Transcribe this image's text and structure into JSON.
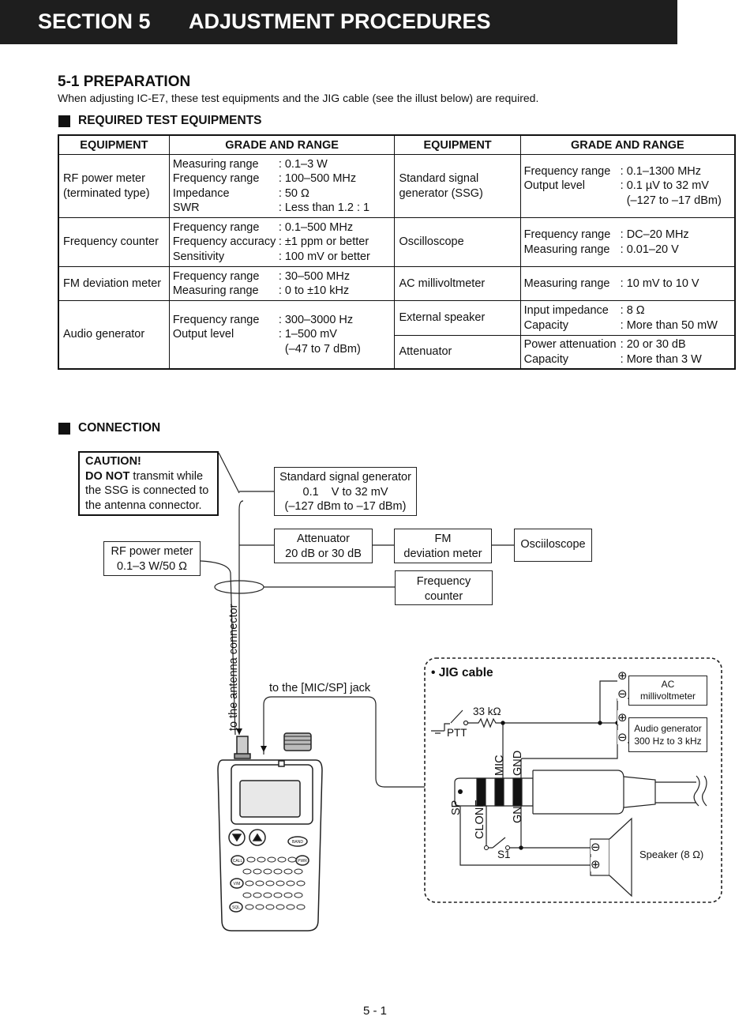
{
  "header": {
    "section_number": "SECTION 5",
    "section_title": "ADJUSTMENT PROCEDURES"
  },
  "preparation": {
    "heading": "5-1 PREPARATION",
    "intro": "When adjusting IC-E7, these test equipments and the JIG cable (see the illust below) are required."
  },
  "required_heading": "REQUIRED TEST EQUIPMENTS",
  "table": {
    "headers": [
      "EQUIPMENT",
      "GRADE AND RANGE",
      "EQUIPMENT",
      "GRADE AND RANGE"
    ],
    "rows": [
      {
        "left_equipment": [
          "RF power meter",
          "(terminated type)"
        ],
        "left_specs": [
          [
            "Measuring range",
            ": 0.1–3 W"
          ],
          [
            "Frequency range",
            ": 100–500 MHz"
          ],
          [
            "Impedance",
            ": 50 Ω"
          ],
          [
            "SWR",
            ": Less than 1.2 : 1"
          ]
        ],
        "right_equipment": [
          "Standard signal",
          "generator (SSG)"
        ],
        "right_specs": [
          [
            "Frequency range",
            ": 0.1–1300 MHz"
          ],
          [
            "Output level",
            ": 0.1 µV to 32 mV"
          ],
          [
            "",
            "(–127 to –17 dBm)"
          ]
        ]
      },
      {
        "left_equipment": [
          "Frequency counter"
        ],
        "left_specs": [
          [
            "Frequency range",
            ": 0.1–500 MHz"
          ],
          [
            "Frequency accuracy",
            ": ±1 ppm or better"
          ],
          [
            "Sensitivity",
            ": 100 mV or better"
          ]
        ],
        "right_equipment": [
          "Oscilloscope"
        ],
        "right_specs": [
          [
            "Frequency range",
            ": DC–20 MHz"
          ],
          [
            "Measuring range",
            ": 0.01–20 V"
          ]
        ]
      },
      {
        "left_equipment": [
          "FM deviation meter"
        ],
        "left_specs": [
          [
            "Frequency range",
            ": 30–500 MHz"
          ],
          [
            "Measuring range",
            ": 0 to ±10 kHz"
          ]
        ],
        "right_equipment": [
          "AC millivoltmeter"
        ],
        "right_specs": [
          [
            "Measuring range",
            ": 10 mV to 10 V"
          ]
        ]
      },
      {
        "left_equipment": [
          "Audio generator"
        ],
        "left_specs": [
          [
            "Frequency range",
            ": 300–3000 Hz"
          ],
          [
            "Output level",
            ": 1–500 mV"
          ],
          [
            "",
            "(–47 to 7 dBm)"
          ]
        ],
        "right_equipment": [
          "External speaker"
        ],
        "right_specs": [
          [
            "Input impedance",
            ": 8 Ω"
          ],
          [
            "Capacity",
            ": More than 50 mW"
          ]
        ],
        "extra_right_equipment": [
          "Attenuator"
        ],
        "extra_right_specs": [
          [
            "Power attenuation",
            ": 20 or 30 dB"
          ],
          [
            "Capacity",
            ": More than 3 W"
          ]
        ]
      }
    ]
  },
  "connection": {
    "heading": "CONNECTION",
    "caution_title": "CAUTION!",
    "caution_bold": "DO NOT",
    "caution_rest_1": " transmit while",
    "caution_line_2": "the SSG is connected to",
    "caution_line_3": "the antenna connector.",
    "ssg": [
      "Standard signal generator",
      "0.1    V to 32 mV",
      "(–127 dBm to –17 dBm)"
    ],
    "attenuator": [
      "Attenuator",
      "20 dB or 30 dB"
    ],
    "fm_dev": [
      "FM",
      "deviation meter"
    ],
    "oscilloscope": "Osciiloscope",
    "rf_meter": [
      "RF power meter",
      "0.1–3 W/50 Ω"
    ],
    "freq_counter": [
      "Frequency",
      "counter"
    ],
    "antenna_label": "to the antenna connector",
    "mic_jack_label": "to the [MIC/SP] jack",
    "jig_title": "• JIG cable",
    "resistor": "33 kΩ",
    "ptt": "PTT",
    "ac_mv": [
      "AC",
      "millivoltmeter"
    ],
    "audio_gen": [
      "Audio generator",
      "300 Hz to 3 kHz"
    ],
    "pin_mic": "MIC",
    "pin_gnd_top": "GND",
    "pin_sp": "SP",
    "pin_clone": "CLONE",
    "pin_gnd_bottom": "GND",
    "switch_s1": "S1",
    "speaker": "Speaker (8 Ω)",
    "plus": "⊕",
    "minus": "⊖",
    "radio_buttons": [
      "BAND",
      "CALL",
      "PWR",
      "V/M",
      "SQL"
    ]
  },
  "page_number": "5 - 1"
}
